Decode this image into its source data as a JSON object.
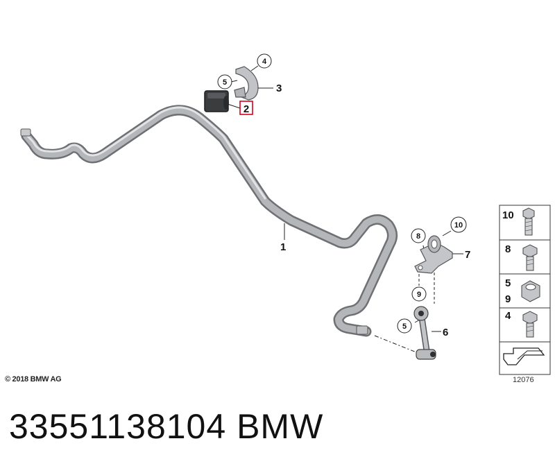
{
  "diagram": {
    "copyright": "© 2018 BMW AG",
    "diagram_number": "12076",
    "part_number_line": "33551138104    BMW",
    "callouts": {
      "c4_top": "4",
      "c5_top": "5",
      "c3": "3",
      "c2": "2",
      "c1": "1",
      "c8": "8",
      "c10": "10",
      "c7": "7",
      "c9": "9",
      "c5_link": "5",
      "c6": "6"
    },
    "legend": [
      {
        "label": "10"
      },
      {
        "label": "8"
      },
      {
        "label": "5"
      },
      {
        "label": "9"
      },
      {
        "label": "4"
      }
    ],
    "highlight_color": "#d9001b",
    "bar_color": "#a6a8ab"
  }
}
